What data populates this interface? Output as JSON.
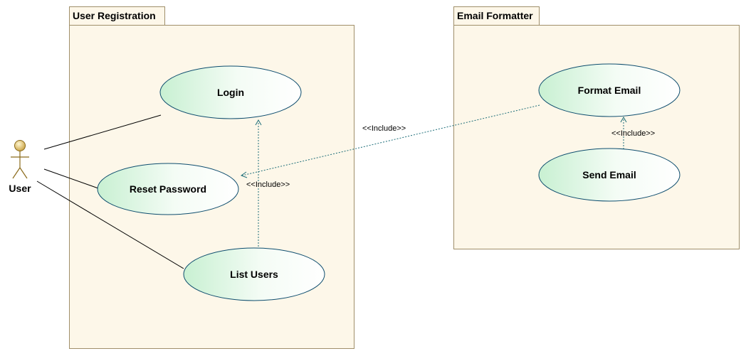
{
  "packages": {
    "user_registration": {
      "title": "User Registration"
    },
    "email_formatter": {
      "title": "Email Formatter"
    }
  },
  "actor": {
    "label": "User"
  },
  "use_cases": {
    "login": "Login",
    "reset_password": "Reset Password",
    "list_users": "List Users",
    "format_email": "Format Email",
    "send_email": "Send Email"
  },
  "relations": {
    "include_format_to_reset": "<<Include>>",
    "include_list_to_login": "<<Include>>",
    "include_send_to_format": "<<Include>>"
  },
  "colors": {
    "package_fill": "#fdf7e9",
    "package_border": "#a08f6a",
    "use_case_fill_start": "#ffffff",
    "use_case_fill_end": "#c8f0d2",
    "use_case_border": "#0e4d6e",
    "dependency": "#1f6f7a",
    "actor": "#c8a040"
  },
  "icons": {
    "actor": "stick-figure-icon"
  }
}
